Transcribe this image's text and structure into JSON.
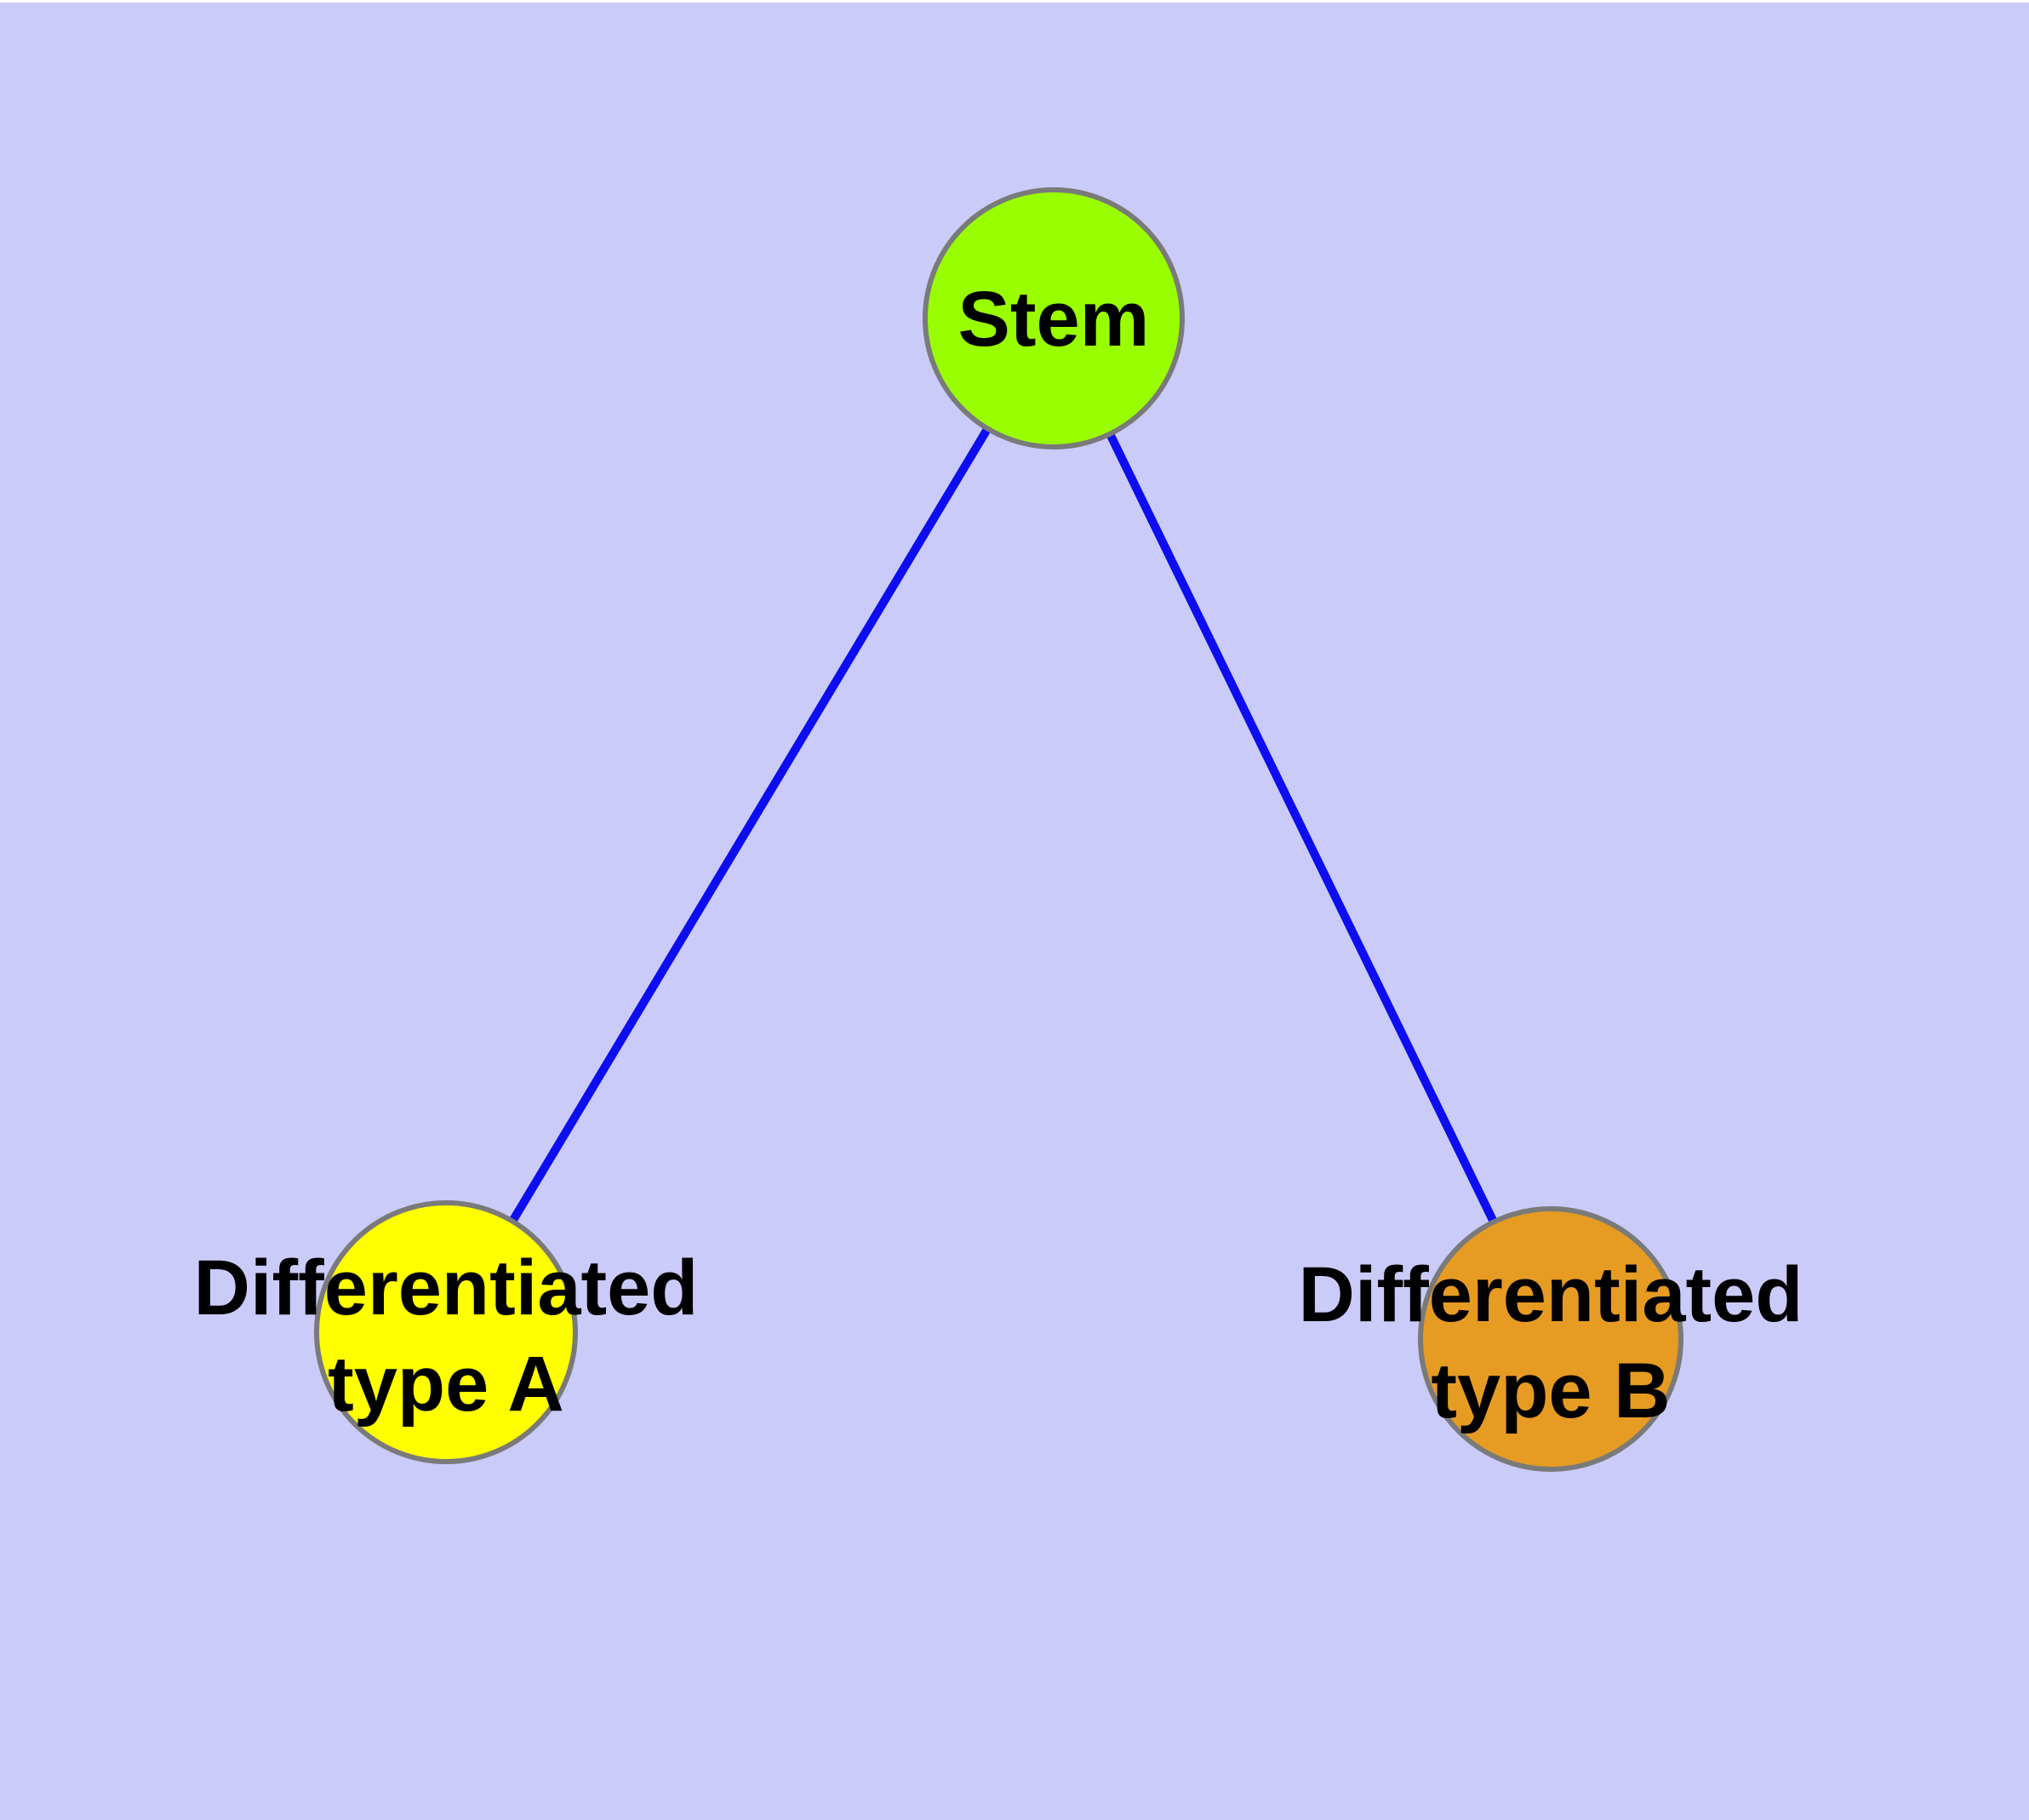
{
  "diagram": {
    "type": "node-link-graph",
    "background_color": "#CBCBFA",
    "edge_color": "#0D0DF0",
    "node_border_color": "#7A7A7A",
    "text_color": "#000000",
    "nodes": {
      "stem": {
        "label": "Stem",
        "color": "#99FF00"
      },
      "type_a": {
        "label_line1": "Differentiated",
        "label_line2": "type A",
        "color": "#FFFF00"
      },
      "type_b": {
        "label_line1": "Differentiated",
        "label_line2": "type B",
        "color": "#E69B23"
      }
    },
    "edges": [
      {
        "from": "Stem",
        "to": "Differentiated type A"
      },
      {
        "from": "Stem",
        "to": "Differentiated type B"
      }
    ]
  }
}
